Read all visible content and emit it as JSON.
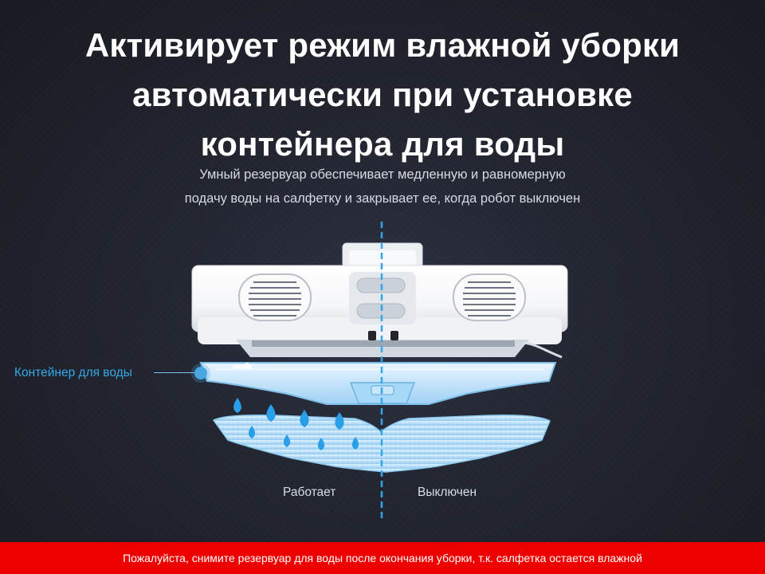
{
  "headline": {
    "lines": [
      "Активирует режим влажной уборки",
      "автоматически при установке",
      "контейнера для воды"
    ]
  },
  "description": {
    "lines": [
      "Умный резервуар обеспечивает медленную и равномерную",
      "подачу воды на салфетку и закрывает ее, когда робот выключен"
    ]
  },
  "callout": {
    "water_tank_label": "Контейнер для воды"
  },
  "states": {
    "working": "Работает",
    "off": "Выключен"
  },
  "footer": {
    "notice": "Пожалуйста, снимите резервуар для воды после окончания уборки, т.к. салфетка остается влажной"
  },
  "colors": {
    "accent_blue": "#38a8e8",
    "footer_red": "#ef0000"
  }
}
